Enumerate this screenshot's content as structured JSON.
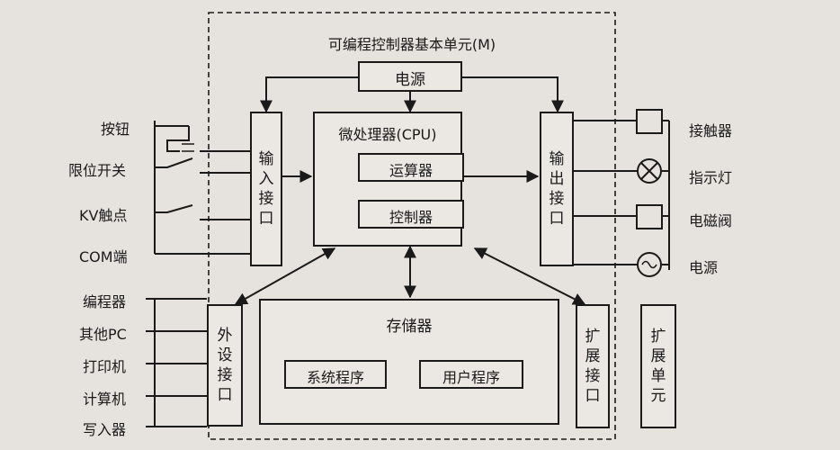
{
  "title": "可编程控制器基本单元(M)",
  "power_supply": "电源",
  "cpu": {
    "label": "微处理器(CPU)",
    "alu": "运算器",
    "controller": "控制器"
  },
  "input_interface": [
    "输",
    "入",
    "接",
    "口"
  ],
  "output_interface": [
    "输",
    "出",
    "接",
    "口"
  ],
  "peripheral_interface": [
    "外",
    "设",
    "接",
    "口"
  ],
  "expansion_interface": [
    "扩",
    "展",
    "接",
    "口"
  ],
  "expansion_unit": [
    "扩",
    "展",
    "单",
    "元"
  ],
  "memory": {
    "label": "存储器",
    "system_program": "系统程序",
    "user_program": "用户程序"
  },
  "inputs": [
    "按钮",
    "限位开关",
    "KV触点",
    "COM端"
  ],
  "outputs": [
    "接触器",
    "指示灯",
    "电磁阀",
    "电源"
  ],
  "peripherals": [
    "编程器",
    "其他PC",
    "打印机",
    "计算机",
    "写入器"
  ],
  "colors": {
    "line": "#1a1a1a",
    "paper": "#e6e3de"
  }
}
